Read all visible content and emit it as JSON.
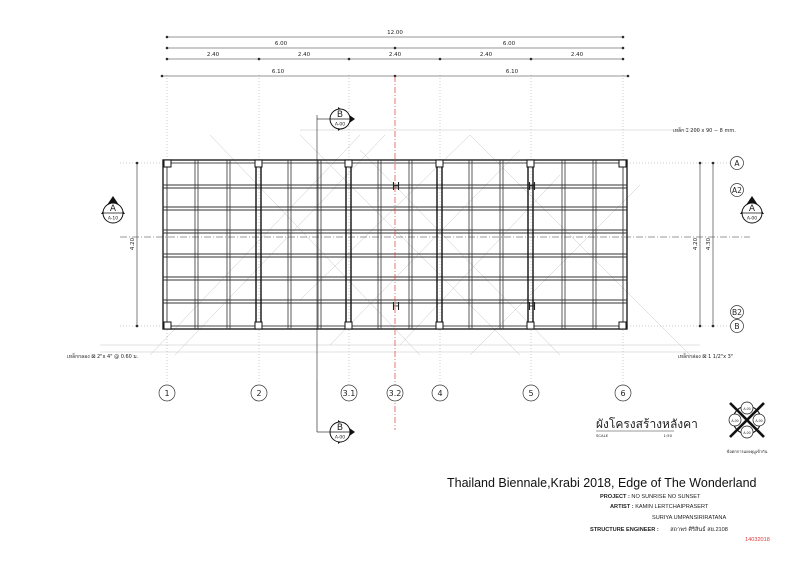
{
  "drawing": {
    "dimensions": {
      "overall": "12.00",
      "halves": [
        "6.00",
        "6.00"
      ],
      "bays": [
        "2.40",
        "2.40",
        "2.40",
        "2.40",
        "2.40"
      ],
      "offsets": [
        "6.10",
        "6.10"
      ],
      "height_left": "4.20",
      "height_right_a": "4.20",
      "height_right_b": "4.30"
    },
    "grid_columns": [
      "1",
      "2",
      "3.1",
      "3.2",
      "4",
      "5",
      "6"
    ],
    "grid_rows": [
      "A",
      "A2",
      "B2",
      "B"
    ],
    "section_markers": {
      "left": {
        "letter": "A",
        "sheet": "A-10"
      },
      "right": {
        "letter": "A",
        "sheet": "A-00"
      },
      "top": {
        "letter": "B",
        "sheet": "A-00"
      },
      "bottom": {
        "letter": "B",
        "sheet": "A-00"
      }
    },
    "notes": {
      "top_right": "เหล็ก ⌶ 200 x 90 − 8 mm.",
      "bottom_left": "เหล็กกลอง ⊠ 2\"x 4\" @ 0.60 ม.",
      "bottom_right": "เหล็กกล่อง ⊠ 1 1/2\"x 3\""
    },
    "title": "ผังโครงสร้างหลังคา",
    "scale_label": "SCALE",
    "scale_value": "1:50",
    "key": {
      "top": "A-00",
      "left": "A-00",
      "right": "A-00",
      "bottom": "A-00",
      "caption": "ข้อตกการแยงคุมูเข้ากัน"
    }
  },
  "title_block": {
    "heading": "Thailand Biennale,Krabi 2018, Edge of The Wonderland",
    "project_label": "PROJECT :",
    "project_value": "NO SUNRISE  NO SUNSET",
    "artist_label": "ARTIST :",
    "artist_value_1": "KAMIN  LERTCHAIPRASERT",
    "artist_value_2": "SURIYA UMPANSIRIRATANA",
    "engineer_label": "STRUCTURE ENGINEER :",
    "engineer_value": "สถาพร  ศิริสินธ์  สย.2108",
    "date": "14032018"
  },
  "colors": {
    "line": "#2b2b2b",
    "construction": "#b8b8b8",
    "center": "#e03a3a",
    "date": "#e03a3a"
  }
}
